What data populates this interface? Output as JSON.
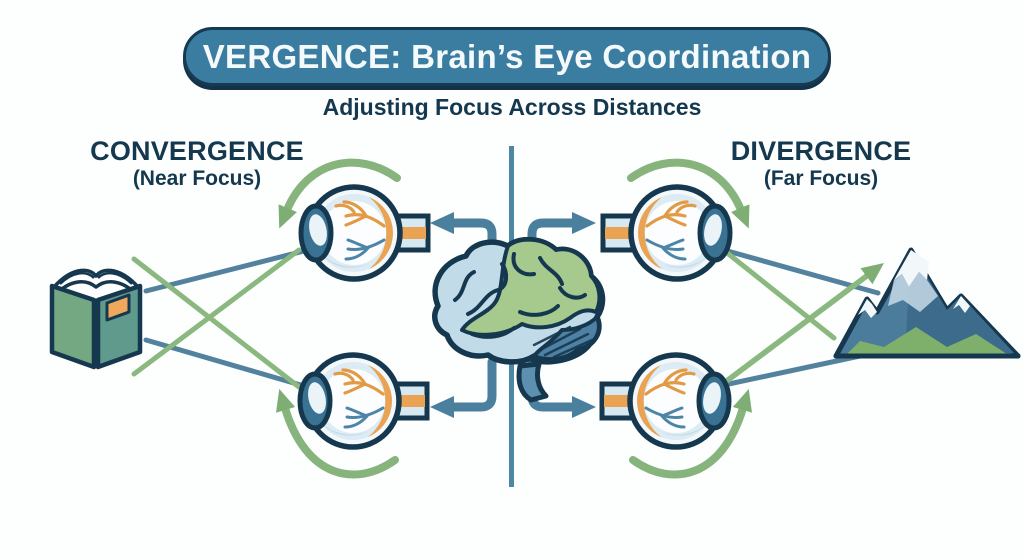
{
  "banner": {
    "title": "VERGENCE: Brain’s Eye Coordination"
  },
  "subtitle": "Adjusting Focus Across Distances",
  "sections": {
    "convergence": {
      "heading": "CONVERGENCE",
      "subheading": "(Near Focus)"
    },
    "divergence": {
      "heading": "DIVERGENCE",
      "subheading": "(Far Focus)"
    }
  },
  "icons": {
    "near_object": "open-book-icon",
    "far_object": "mountain-icon",
    "control_center": "brain-icon",
    "eye": "eye-cross-section-icon",
    "rotation": "green-rotation-arrow-icon",
    "neural_signal": "blue-neural-signal-arrow-icon",
    "midline": "vertical-midline"
  },
  "colors": {
    "banner_fill": "#3b7da0",
    "outline_navy": "#16384f",
    "text_navy": "#14384e",
    "signal_blue": "#4a7f9d",
    "sight_blue": "#53829f",
    "rotation_green": "#7fae74",
    "sight_green": "#8ab87f",
    "retina_orange": "#e9a352",
    "brain_blue": "#c1dbe9",
    "brain_green": "#a6c98e",
    "brain_teal": "#4e81a3",
    "book_green": "#74a883",
    "mountain_blue": "#4b7c9c"
  }
}
